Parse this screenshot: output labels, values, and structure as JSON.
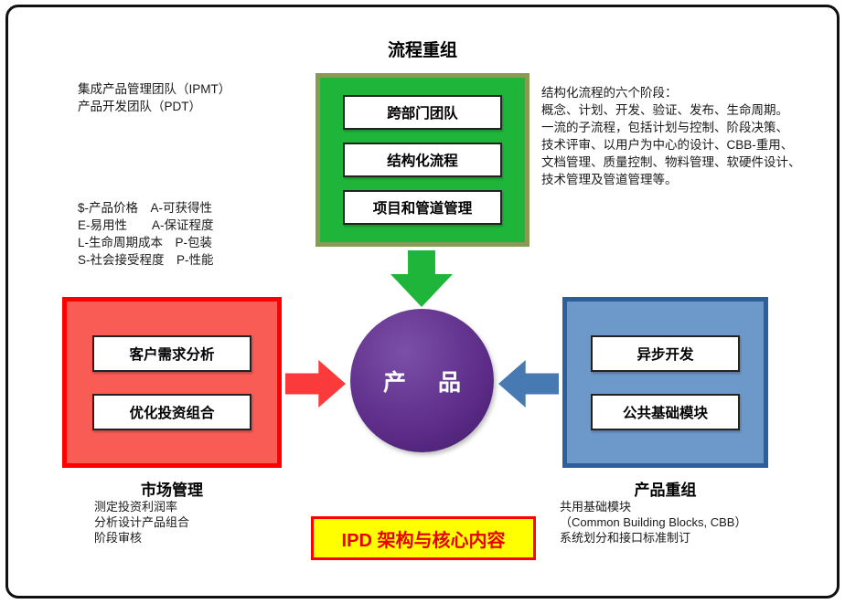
{
  "process": {
    "title": "流程重组",
    "items": [
      "跨部门团队",
      "结构化流程",
      "项目和管道管理"
    ]
  },
  "market": {
    "title": "市场管理",
    "items": [
      "客户需求分析",
      "优化投资组合"
    ],
    "notes": [
      "测定投资利润率",
      "分析设计产品组合",
      "阶段审核"
    ]
  },
  "product_reorg": {
    "title": "产品重组",
    "items": [
      "异步开发",
      "公共基础模块"
    ],
    "notes": [
      "共用基础模块",
      "（Common Building Blocks, CBB）",
      "系统划分和接口标准制订"
    ]
  },
  "center": {
    "label": "产  品"
  },
  "banner": {
    "label": "IPD 架构与核心内容"
  },
  "notes": {
    "top_left": [
      "集成产品管理团队（IPMT）",
      "产品开发团队（PDT）"
    ],
    "mid_left": [
      "$-产品价格　A-可获得性",
      "E-易用性　　A-保证程度",
      "L-生命周期成本　P-包装",
      "S-社会接受程度　P-性能"
    ],
    "right": [
      "结构化流程的六个阶段：",
      "概念、计划、开发、验证、发布、生命周期。",
      "一流的子流程，包括计划与控制、阶段决策、",
      "技术评审、以用户为中心的设计、CBB-重用、",
      "文档管理、质量控制、物料管理、软硬件设计、",
      "技术管理及管道管理等。"
    ]
  },
  "colors": {
    "green_fill": "#1eb53a",
    "green_border": "#8a9a52",
    "green_arrow": "#1eb53a",
    "red_fill": "#f95b55",
    "red_border": "#ff0000",
    "red_arrow": "#fb3b3b",
    "blue_fill": "#6d98ca",
    "blue_border": "#2e5f9b",
    "blue_arrow": "#4779b3",
    "purple": "#5a2a85",
    "yellow_fill": "#ffff00",
    "banner_text": "#e80000"
  }
}
